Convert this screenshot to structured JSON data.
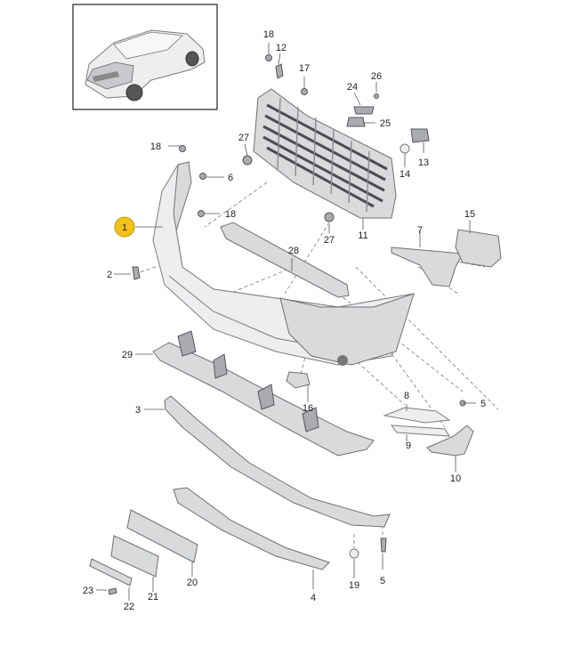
{
  "diagram": {
    "highlight_color": "#f2c21b",
    "callouts": [
      "1",
      "2",
      "3",
      "4",
      "5",
      "5",
      "6",
      "7",
      "8",
      "9",
      "10",
      "11",
      "12",
      "13",
      "14",
      "15",
      "16",
      "17",
      "18",
      "18",
      "18",
      "19",
      "20",
      "21",
      "22",
      "23",
      "24",
      "25",
      "26",
      "27",
      "27",
      "28",
      "29"
    ]
  }
}
